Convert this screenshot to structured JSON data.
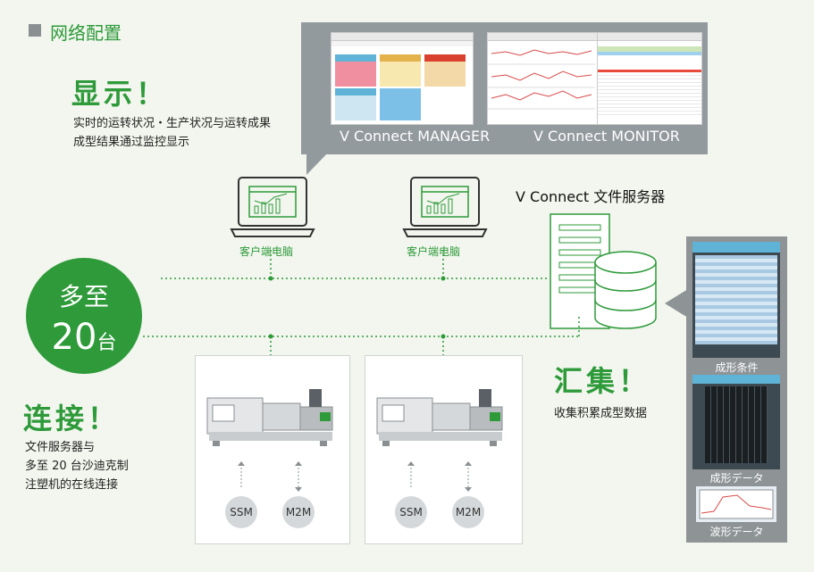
{
  "header": {
    "title": "网络配置"
  },
  "display_section": {
    "heading": "显示！",
    "lines": [
      "实时的运转状况・生产状况与运转成果",
      "成型结果通过监控显示"
    ]
  },
  "apps": {
    "manager": "V Connect MANAGER",
    "monitor": "V Connect MONITOR"
  },
  "pcs": [
    {
      "label": "客户端电脑"
    },
    {
      "label": "客户端电脑"
    }
  ],
  "server": {
    "label": "V Connect 文件服务器"
  },
  "circle": {
    "line1": "多至",
    "line2": "20",
    "line3": "台"
  },
  "connect_section": {
    "heading": "连接！",
    "lines": [
      "文件服务器与",
      "多至 20 台沙迪克制",
      "注塑机的在线连接"
    ]
  },
  "collect_section": {
    "heading": "汇集！",
    "line": "收集积累成型数据"
  },
  "machines": [
    {
      "ssm": "SSM",
      "m2m": "M2M"
    },
    {
      "ssm": "SSM",
      "m2m": "M2M"
    }
  ],
  "screens": {
    "s1": "成形条件",
    "s2": "成形データ",
    "s3": "波形データ"
  },
  "colors": {
    "accent": "#2e9a3a",
    "bubble": "#939a9e",
    "background": "#f2f6ee"
  }
}
